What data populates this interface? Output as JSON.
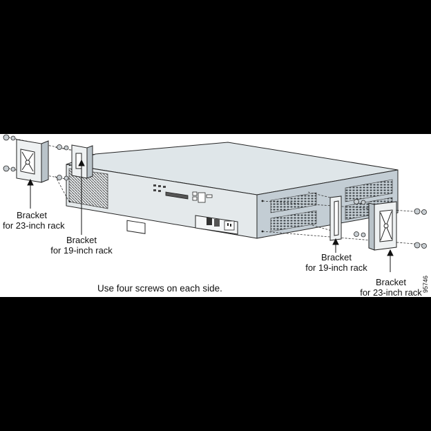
{
  "labels": {
    "bracket_23_left": {
      "line1": "Bracket",
      "line2": "for 23-inch rack"
    },
    "bracket_19_left": {
      "line1": "Bracket",
      "line2": "for 19-inch rack"
    },
    "bracket_19_right": {
      "line1": "Bracket",
      "line2": "for 19-inch rack"
    },
    "bracket_23_right": {
      "line1": "Bracket",
      "line2": "for 23-inch rack"
    }
  },
  "caption": "Use four screws on each side.",
  "figure_id": "95746",
  "colors": {
    "background": "#000000",
    "panel": "#ffffff",
    "chassis_top": "#dde5e8",
    "chassis_front": "#e3e8ea",
    "chassis_side": "#c2ccd3",
    "line": "#222222"
  }
}
